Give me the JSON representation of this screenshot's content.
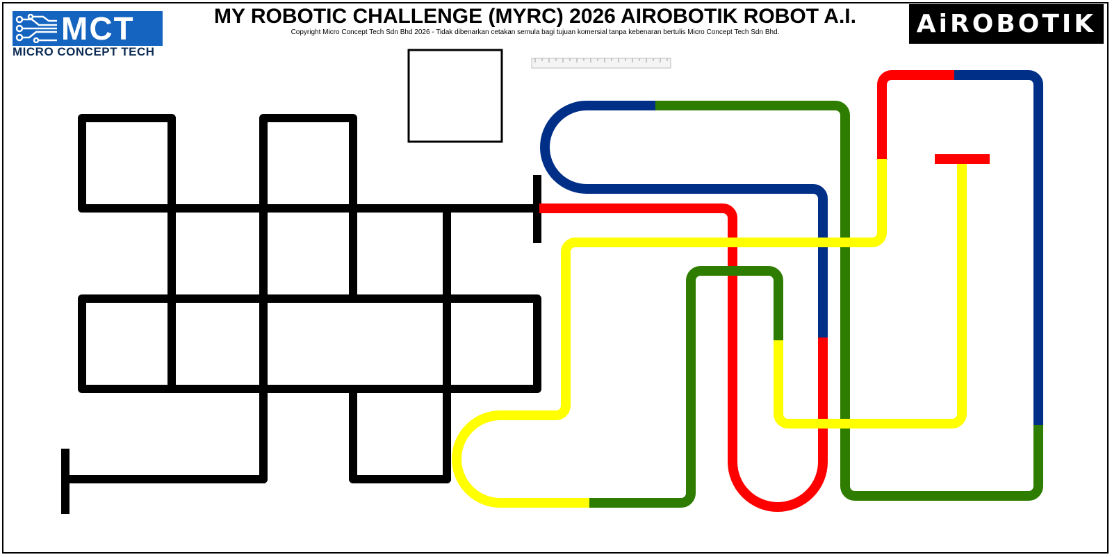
{
  "header": {
    "title": "MY ROBOTIC CHALLENGE (MYRC) 2026 AIROBOTIK ROBOT A.I.",
    "copyright": "Copyright Micro Concept Tech Sdn Bhd 2026 - Tidak dibenarkan cetakan semula bagi tujuan komersial tanpa kebenaran bertulis Micro Concept Tech Sdn Bhd."
  },
  "logos": {
    "mct_text": "MCT",
    "mct_subtitle": "MICRO CONCEPT TECH",
    "airobotik_text": "AiROBOTIK"
  },
  "colors": {
    "mct_blue": "#1565c0",
    "track_black": "#000000",
    "track_red": "#ff0000",
    "track_yellow": "#ffff00",
    "track_green": "#2e7d00",
    "track_blue": "#002f87"
  }
}
